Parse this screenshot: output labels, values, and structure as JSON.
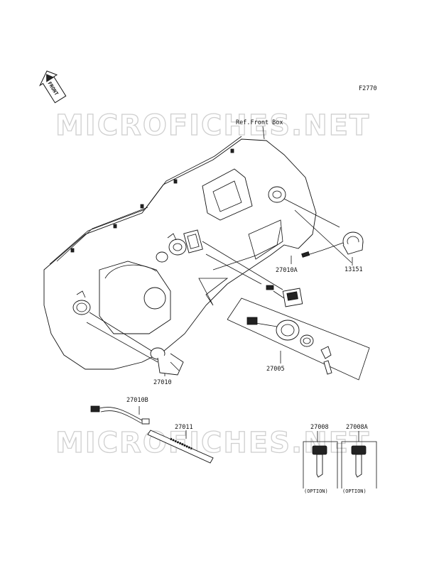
{
  "figure_code": "F2770",
  "front_tag": "FRONT",
  "watermark_text": "MICROFICHES.NET",
  "ref_label": "Ref.Front Box",
  "parts": {
    "p13151": "13151",
    "p27010A": "27010A",
    "p27005": "27005",
    "p27010": "27010",
    "p27010B": "27010B",
    "p27011": "27011",
    "p27008": "27008",
    "p27008A": "27008A"
  },
  "option_label": "(OPTION)"
}
